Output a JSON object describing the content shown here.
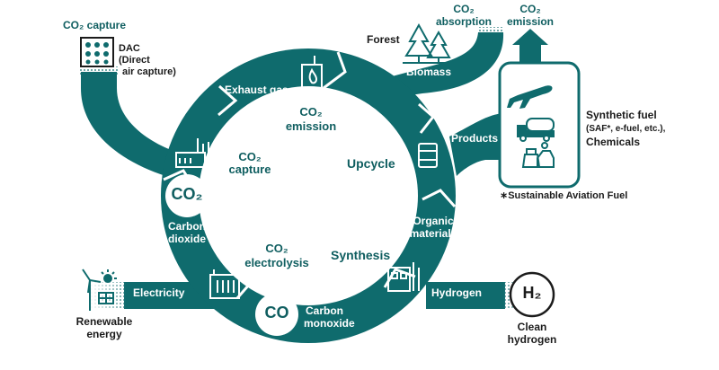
{
  "colors": {
    "teal": "#0f6b6d",
    "teal_dark": "#0f5e60",
    "text_dark": "#1b1b1b",
    "white": "#ffffff"
  },
  "cycle": {
    "exhaust_gas": "Exhaust gas",
    "co2_emission_line1": "CO₂",
    "co2_emission_line2": "emission",
    "co2_capture_line1": "CO₂",
    "co2_capture_line2": "capture",
    "upcycle": "Upcycle",
    "co2_electrolysis_line1": "CO₂",
    "co2_electrolysis_line2": "electrolysis",
    "synthesis": "Synthesis",
    "co2_badge": "CO₂",
    "carbon_dioxide_line1": "Carbon",
    "carbon_dioxide_line2": "dioxide",
    "co_badge": "CO",
    "carbon_monoxide_line1": "Carbon",
    "carbon_monoxide_line2": "monoxide",
    "organic_materials_line1": "Organic",
    "organic_materials_line2": "materials",
    "products": "Products",
    "biomass": "Biomass",
    "electricity": "Electricity",
    "hydrogen": "Hydrogen"
  },
  "inputs": {
    "co2_capture_top": "CO₂ capture",
    "dac_line1": "DAC",
    "dac_line2": "(Direct",
    "dac_line3": "air capture)",
    "forest": "Forest",
    "co2_absorption_line1": "CO₂",
    "co2_absorption_line2": "absorption",
    "co2_emission_top_line1": "CO₂",
    "co2_emission_top_line2": "emission",
    "renewable_line1": "Renewable",
    "renewable_line2": "energy",
    "h2_badge": "H₂",
    "clean_hydrogen_line1": "Clean",
    "clean_hydrogen_line2": "hydrogen"
  },
  "outputs": {
    "synthetic_fuel": "Synthetic fuel",
    "saf_note": "(SAF*, e-fuel, etc.),",
    "chemicals": "Chemicals",
    "footnote": "∗Sustainable Aviation Fuel"
  },
  "icons": {
    "dac": "solar-panel-grid-icon",
    "forest": "pine-trees-icon",
    "exhaust": "exhaust-flame-tank-icon",
    "capture_plant": "factory-plant-icon",
    "products": "oil-drum-icon",
    "airplane": "airplane-icon",
    "truck": "tanker-truck-icon",
    "chemicals": "bottles-icon",
    "electrolyzer": "electrolyzer-icon",
    "synthesis_plant": "synthesis-plant-icon",
    "renewable": "wind-turbine-sun-icon"
  }
}
